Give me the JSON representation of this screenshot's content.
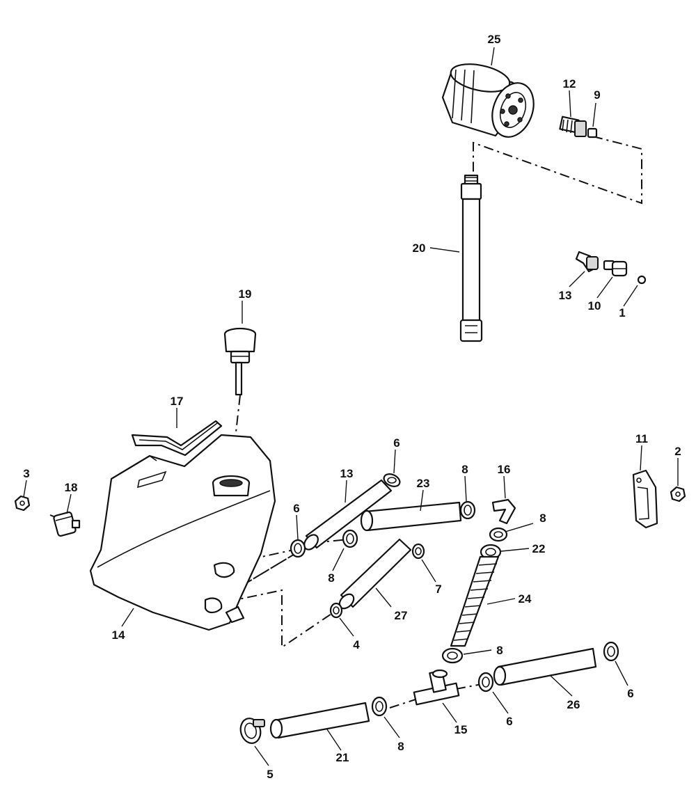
{
  "diagram": {
    "callouts": {
      "c1": "1",
      "c2": "2",
      "c3": "3",
      "c4": "4",
      "c5": "5",
      "c6a": "6",
      "c6b": "6",
      "c6c": "6",
      "c6d": "6",
      "c7": "7",
      "c8a": "8",
      "c8b": "8",
      "c8c": "8",
      "c8d": "8",
      "c8e": "8",
      "c9": "9",
      "c10": "10",
      "c11": "11",
      "c12": "12",
      "c13a": "13",
      "c13b": "13",
      "c14": "14",
      "c15": "15",
      "c16": "16",
      "c17": "17",
      "c18": "18",
      "c19": "19",
      "c20": "20",
      "c21": "21",
      "c22": "22",
      "c23": "23",
      "c24": "24",
      "c25": "25",
      "c26": "26",
      "c27": "27"
    }
  }
}
